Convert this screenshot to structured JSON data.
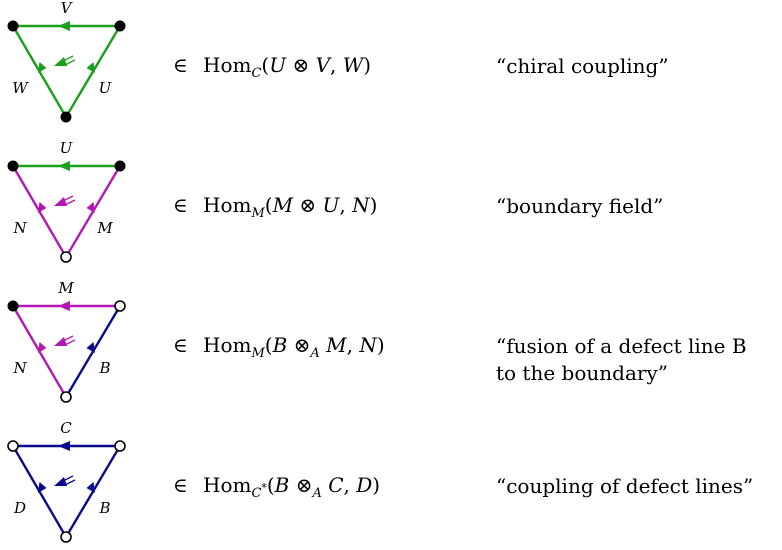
{
  "colors": {
    "green": "#1aa01a",
    "magenta": "#b418b4",
    "navy": "#0a0a8c"
  },
  "rows": [
    {
      "top_label": "V",
      "left_label": "W",
      "right_label": "U",
      "edge_color": "green",
      "arrow_color": "green",
      "top_left_filled": true,
      "top_right_filled": true,
      "bottom_filled": true,
      "member_symbol": "∈",
      "hom": {
        "name": "Hom",
        "category": "C",
        "star": "",
        "arg1": "U",
        "op": "⊗",
        "op_sub": "",
        "arg2": "V",
        "target": "W"
      },
      "description": [
        "“chiral coupling”"
      ]
    },
    {
      "top_label": "U",
      "left_label": "N",
      "right_label": "M",
      "edge_color": "magenta",
      "top_edge_color": "green",
      "arrow_color": "magenta",
      "top_left_filled": true,
      "top_right_filled": true,
      "bottom_filled": false,
      "member_symbol": "∈",
      "hom": {
        "name": "Hom",
        "category": "M",
        "star": "",
        "arg1": "M",
        "op": "⊗",
        "op_sub": "",
        "arg2": "U",
        "target": "N"
      },
      "description": [
        "“boundary field”"
      ]
    },
    {
      "top_label": "M",
      "left_label": "N",
      "right_label": "B",
      "edge_color": "magenta",
      "right_edge_color": "navy",
      "arrow_color": "magenta",
      "top_left_filled": true,
      "top_right_filled": false,
      "bottom_filled": false,
      "member_symbol": "∈",
      "hom": {
        "name": "Hom",
        "category": "M",
        "star": "",
        "arg1": "B",
        "op": "⊗",
        "op_sub": "A",
        "arg2": "M",
        "target": "N"
      },
      "description": [
        "“fusion of a defect line B",
        " to the boundary”"
      ]
    },
    {
      "top_label": "C",
      "left_label": "D",
      "right_label": "B",
      "edge_color": "navy",
      "arrow_color": "navy",
      "top_left_filled": false,
      "top_right_filled": false,
      "bottom_filled": false,
      "member_symbol": "∈",
      "hom": {
        "name": "Hom",
        "category": "C",
        "star": "*",
        "arg1": "B",
        "op": "⊗",
        "op_sub": "A",
        "arg2": "C",
        "target": "D"
      },
      "description": [
        "“coupling of defect lines”"
      ]
    }
  ]
}
